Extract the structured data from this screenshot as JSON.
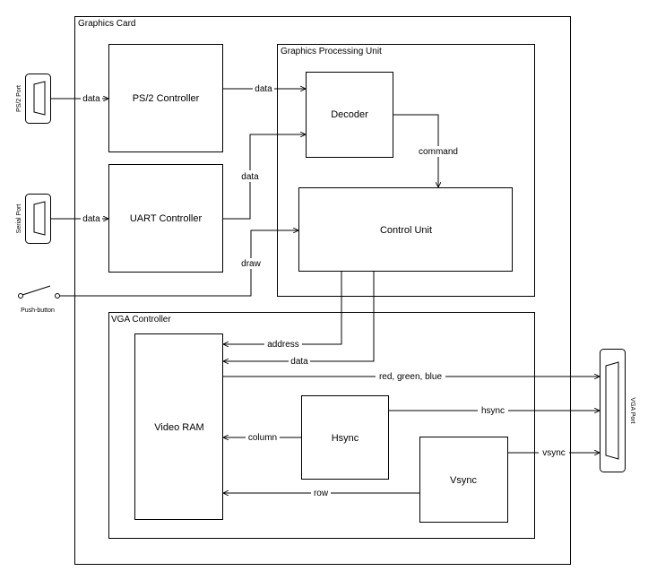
{
  "graphics_card": {
    "title": "Graphics Card"
  },
  "gpu": {
    "title": "Graphics Processing Unit"
  },
  "vga_controller": {
    "title": "VGA Controller"
  },
  "blocks": {
    "ps2_controller": "PS/2 Controller",
    "uart_controller": "UART Controller",
    "decoder": "Decoder",
    "control_unit": "Control Unit",
    "video_ram": "Video RAM",
    "hsync": "Hsync",
    "vsync": "Vsync"
  },
  "ports": {
    "ps2_port": "PS/2 Port",
    "serial_port": "Serial Port",
    "push_button": "Push-button",
    "vga_port": "VGA Port"
  },
  "signals": {
    "ps2_in_data": "data",
    "serial_in_data": "data",
    "ps2_to_decoder_data": "data",
    "uart_to_decoder_data": "data",
    "command": "command",
    "draw": "draw",
    "address": "address",
    "cu_to_ram_data": "data",
    "rgb": "red, green, blue",
    "hsync": "hsync",
    "vsync": "vsync",
    "column": "column",
    "row": "row"
  }
}
